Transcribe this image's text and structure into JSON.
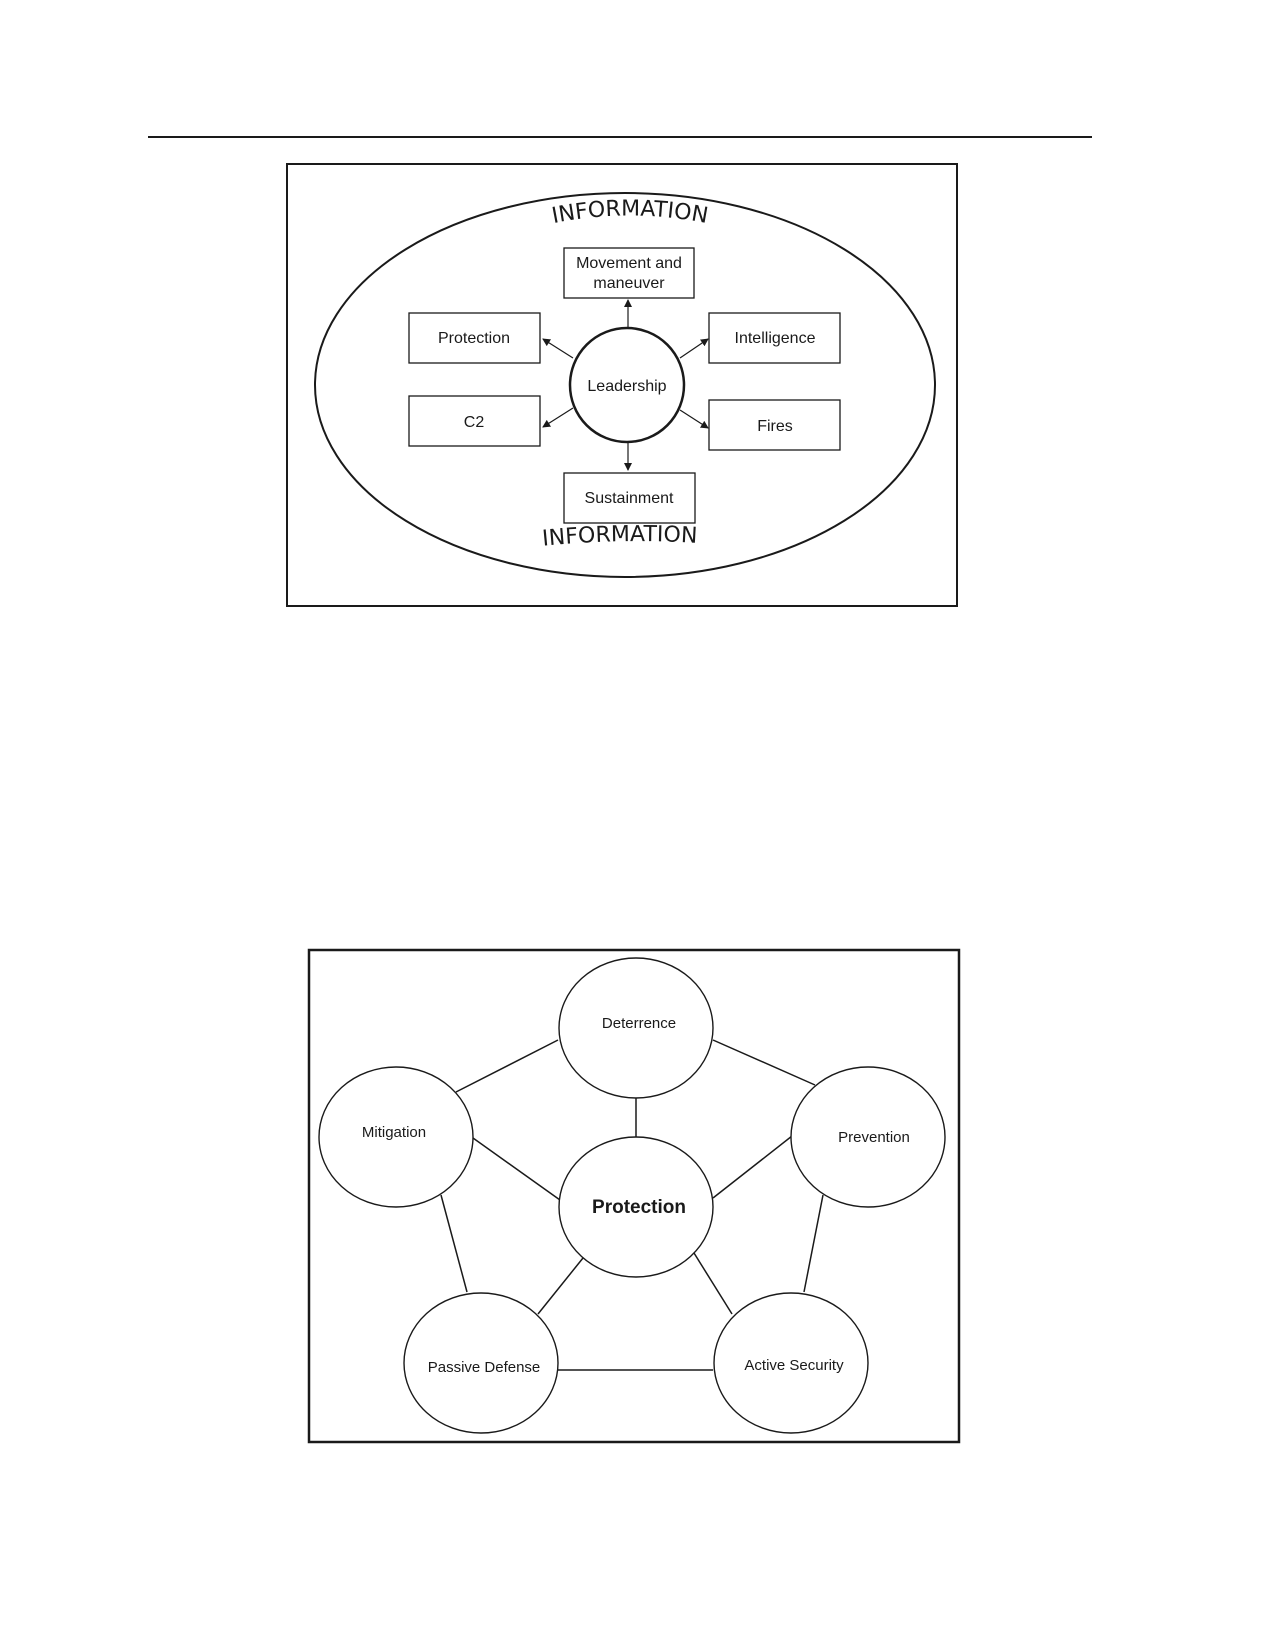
{
  "figure1": {
    "outer_label_top": "INFORMATION",
    "outer_label_bottom": "INFORMATION",
    "center": "Leadership",
    "boxes": {
      "movement_line1": "Movement and",
      "movement_line2": "maneuver",
      "protection": "Protection",
      "intelligence": "Intelligence",
      "c2": "C2",
      "fires": "Fires",
      "sustainment": "Sustainment"
    }
  },
  "figure2": {
    "center": "Protection",
    "nodes": {
      "deterrence": "Deterrence",
      "mitigation": "Mitigation",
      "prevention": "Prevention",
      "passive_defense": "Passive Defense",
      "active_security": "Active Security"
    }
  },
  "colors": {
    "ink": "#1a1a1a",
    "background": "#ffffff"
  }
}
